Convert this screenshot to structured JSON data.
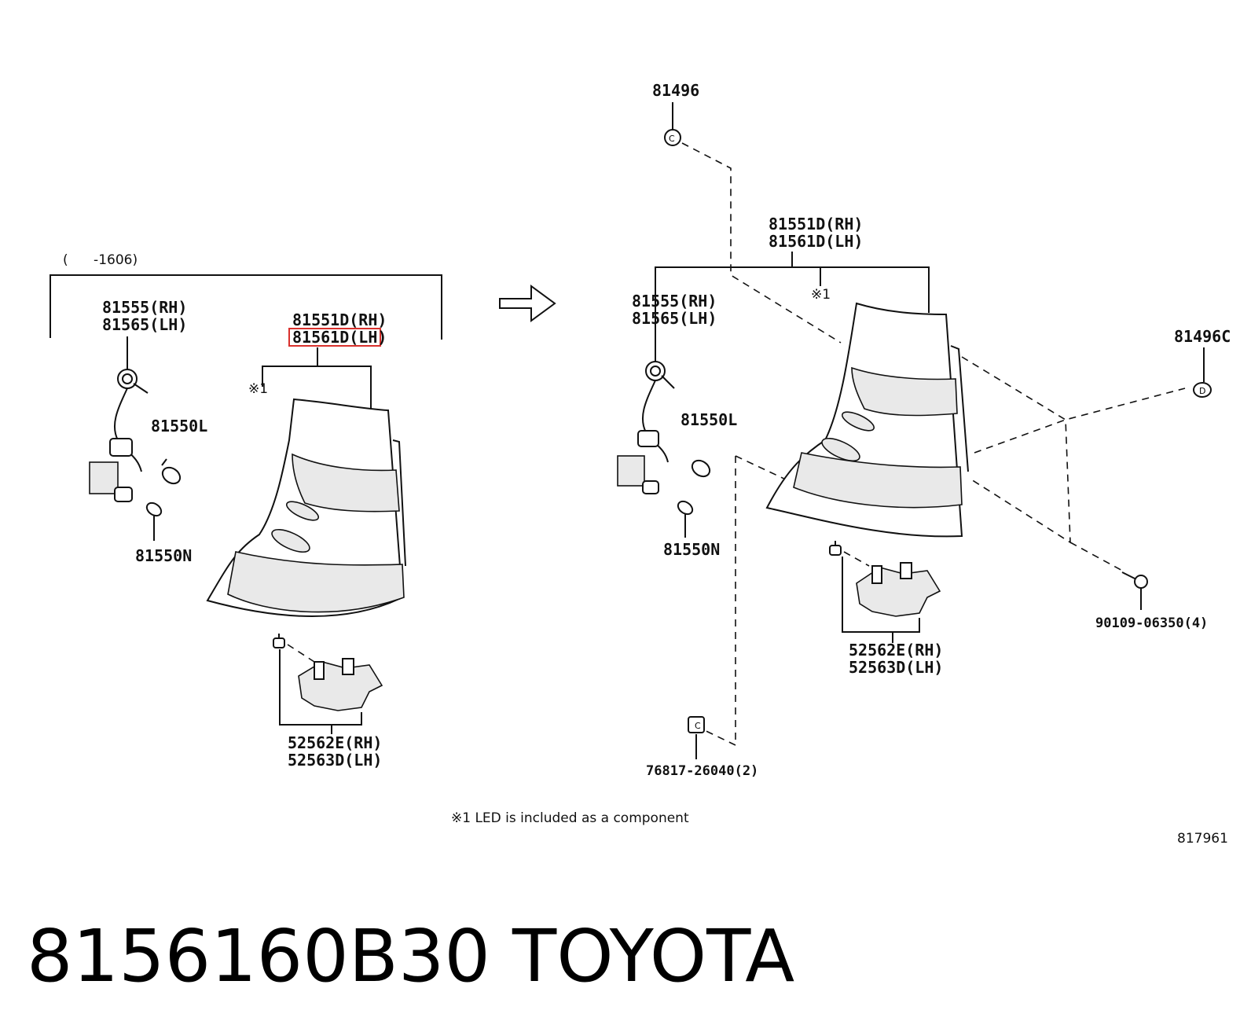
{
  "diagram": {
    "left_group": {
      "range_label": "(      -1606)",
      "socket_label_rh": "81555(RH)",
      "socket_label_lh": "81565(LH)",
      "bulb_l": "81550L",
      "bulb_n": "81550N",
      "lamp_label_rh": "81551D(RH)",
      "lamp_label_lh": "81561D(LH)",
      "lamp_note": "※1",
      "bracket_label_rh": "52562E(RH)",
      "bracket_label_lh": "52563D(LH)"
    },
    "right_group": {
      "clip_top": "81496",
      "lamp_label_rh": "81551D(RH)",
      "lamp_label_lh": "81561D(LH)",
      "lamp_note": "※1",
      "socket_label_rh": "81555(RH)",
      "socket_label_lh": "81565(LH)",
      "bulb_l": "81550L",
      "bulb_n": "81550N",
      "clip_right": "81496C",
      "screw": "90109-06350(4)",
      "bracket_label_rh": "52562E(RH)",
      "bracket_label_lh": "52563D(LH)",
      "nut": "76817-26040(2)"
    },
    "footnote": "※1 LED is included as a component",
    "figure_number": "817961",
    "highlight_color": "#d9302c"
  },
  "caption": {
    "part_number": "8156160B30",
    "brand": "TOYOTA"
  }
}
